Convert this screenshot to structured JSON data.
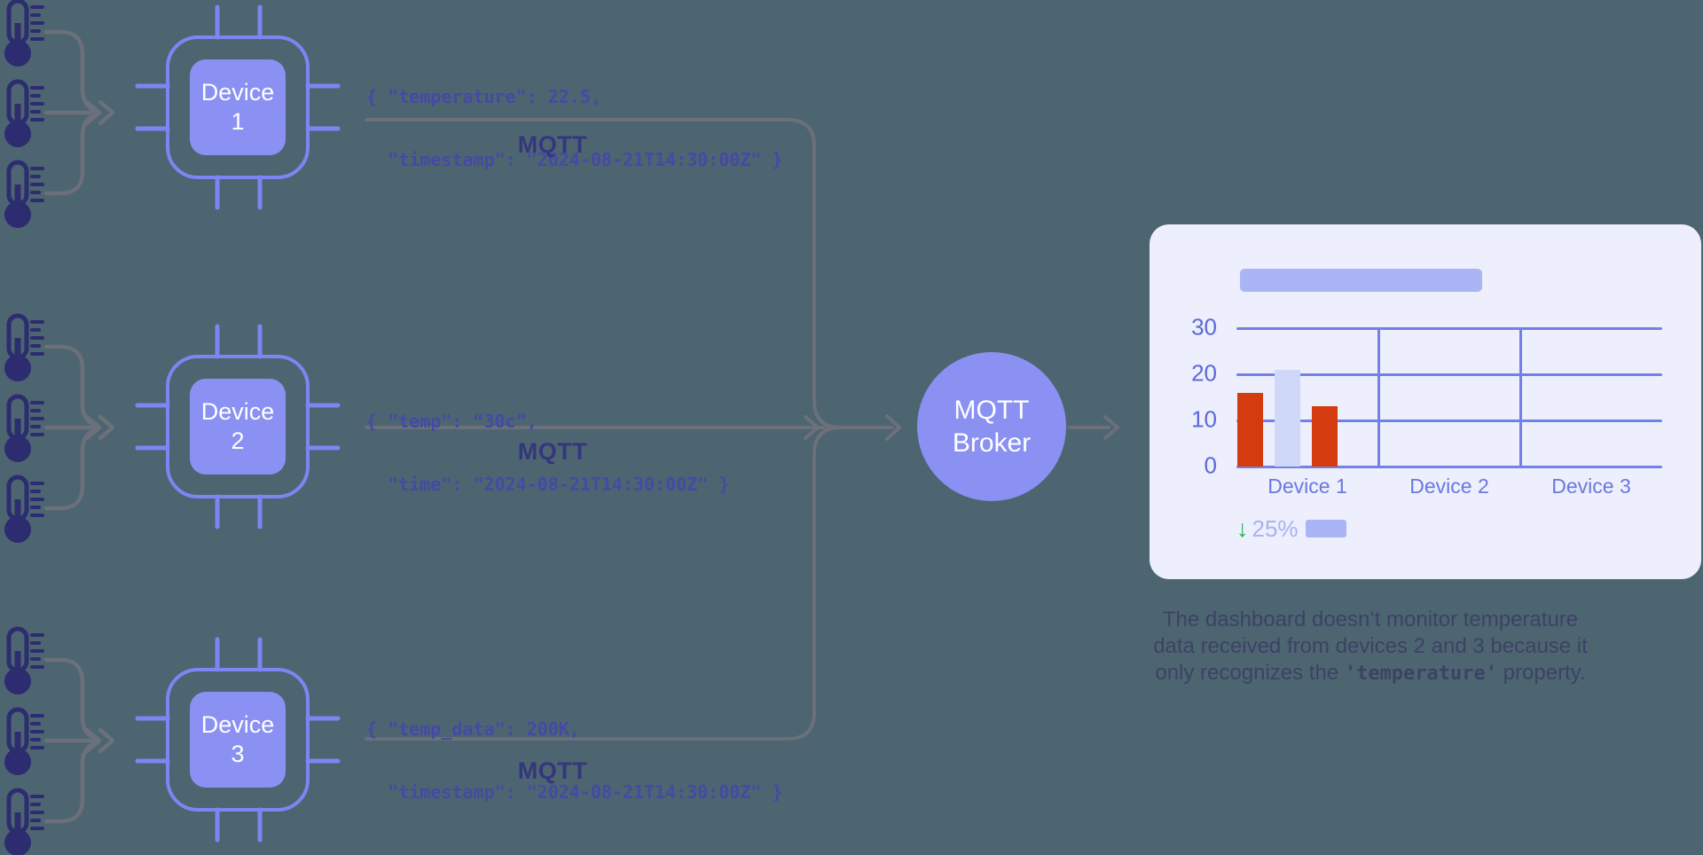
{
  "devices": [
    {
      "name": "Device",
      "number": "1",
      "json_line1": "{ \"temperature\": 22.5,",
      "json_line2": "  \"timestamp\": \"2024-08-21T14:30:00Z\" }",
      "protocol": "MQTT",
      "sensor_icon": "thermometer-icon",
      "sensor_count": 3
    },
    {
      "name": "Device",
      "number": "2",
      "json_line1": "{ \"temp\": “30c”,",
      "json_line2": "  \"time\": \"2024-08-21T14:30:00Z\" }",
      "protocol": "MQTT",
      "sensor_icon": "thermometer-icon",
      "sensor_count": 3
    },
    {
      "name": "Device",
      "number": "3",
      "json_line1": "{ \"temp_data\": 200K,",
      "json_line2": "  \"timestamp\": \"2024-08-21T14:30:00Z\" }",
      "protocol": "MQTT",
      "sensor_icon": "thermometer-icon",
      "sensor_count": 3
    }
  ],
  "broker": {
    "line1": "MQTT",
    "line2": "Broker"
  },
  "dashboard": {
    "stat": {
      "direction": "down",
      "arrow_glyph": "↓",
      "value": "25%"
    }
  },
  "chart_data": {
    "type": "bar",
    "title": "",
    "categories": [
      "Device 1",
      "Device 2",
      "Device 3"
    ],
    "ytick_labels": [
      "30",
      "20",
      "10",
      "0"
    ],
    "ylim": [
      0,
      30
    ],
    "grid": true,
    "bars": [
      {
        "category": "Device 1",
        "series": "reading-1",
        "value": 16,
        "color": "#d43b0e"
      },
      {
        "category": "Device 1",
        "series": "highlight",
        "value": 21,
        "color": "#cfd8f8"
      },
      {
        "category": "Device 1",
        "series": "reading-2",
        "value": 13,
        "color": "#d43b0e"
      }
    ],
    "notes": "Device 2 and Device 3 columns are empty"
  },
  "caption": {
    "line1": "The dashboard doesn’t monitor temperature",
    "line2": "data received from devices 2 and 3 because it",
    "line3_prefix": "only recognizes the ",
    "line3_code": "'temperature'",
    "line3_suffix": " property."
  },
  "colors": {
    "background": "#4c6570",
    "accent_purple": "#8b90f3",
    "chip_outline": "#7b86f2",
    "connector_gray": "#6b707b",
    "json_text": "#4649a5",
    "mqtt_label": "#34367e",
    "card_bg": "#edeffc",
    "grid_line": "#7380e8",
    "bar_red": "#d43b0e",
    "bar_highlight": "#cfd8f8",
    "placeholder_periwinkle": "#aab5f6",
    "stat_text": "#a8b3f1",
    "stat_green": "#1db45c",
    "thermometer": "#2d2c70",
    "caption_text": "#3d4265"
  }
}
